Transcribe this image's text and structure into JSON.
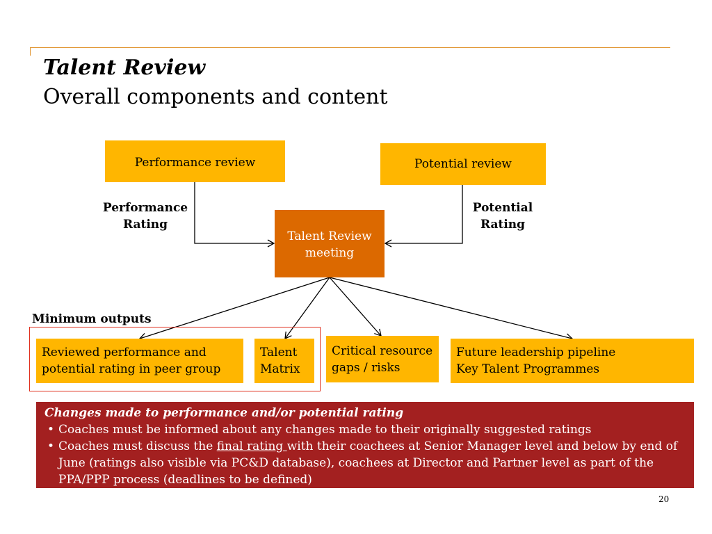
{
  "slide": {
    "title": "Talent Review",
    "subtitle": "Overall components and content",
    "page_number": "20"
  },
  "diagram": {
    "inputs": {
      "performance_review": "Performance review",
      "potential_review": "Potential review"
    },
    "connector_labels": {
      "performance_rating_line1": "Performance",
      "performance_rating_line2": "Rating",
      "potential_rating_line1": "Potential",
      "potential_rating_line2": "Rating"
    },
    "center": {
      "line1": "Talent Review",
      "line2": "meeting"
    },
    "minimum_outputs_label": "Minimum outputs",
    "outputs": {
      "reviewed_rating_line1": "Reviewed performance and",
      "reviewed_rating_line2": "potential rating in peer group",
      "talent_matrix_line1": "Talent",
      "talent_matrix_line2": "Matrix",
      "critical_resource_line1": "Critical resource",
      "critical_resource_line2": "gaps / risks",
      "future_leadership_line1": "Future leadership pipeline",
      "future_leadership_line2": "Key Talent Programmes"
    }
  },
  "banner": {
    "heading": "Changes made to performance and/or potential rating",
    "bullet1": "Coaches must be informed about any changes made to their originally suggested ratings",
    "bullet2_before": "Coaches must discuss the ",
    "bullet2_underlined": "final rating ",
    "bullet2_after": "with their coachees  at Senior Manager level and below by end of June (ratings also visible via PC&D database), coachees at Director and Partner level as part of the PPA/PPP process (deadlines to be defined)"
  },
  "colors": {
    "accent_yellow": "#ffb600",
    "accent_orange": "#dc6900",
    "banner_red": "#a32020",
    "frame_orange": "#e0922a",
    "outline_red": "#e0301e"
  }
}
